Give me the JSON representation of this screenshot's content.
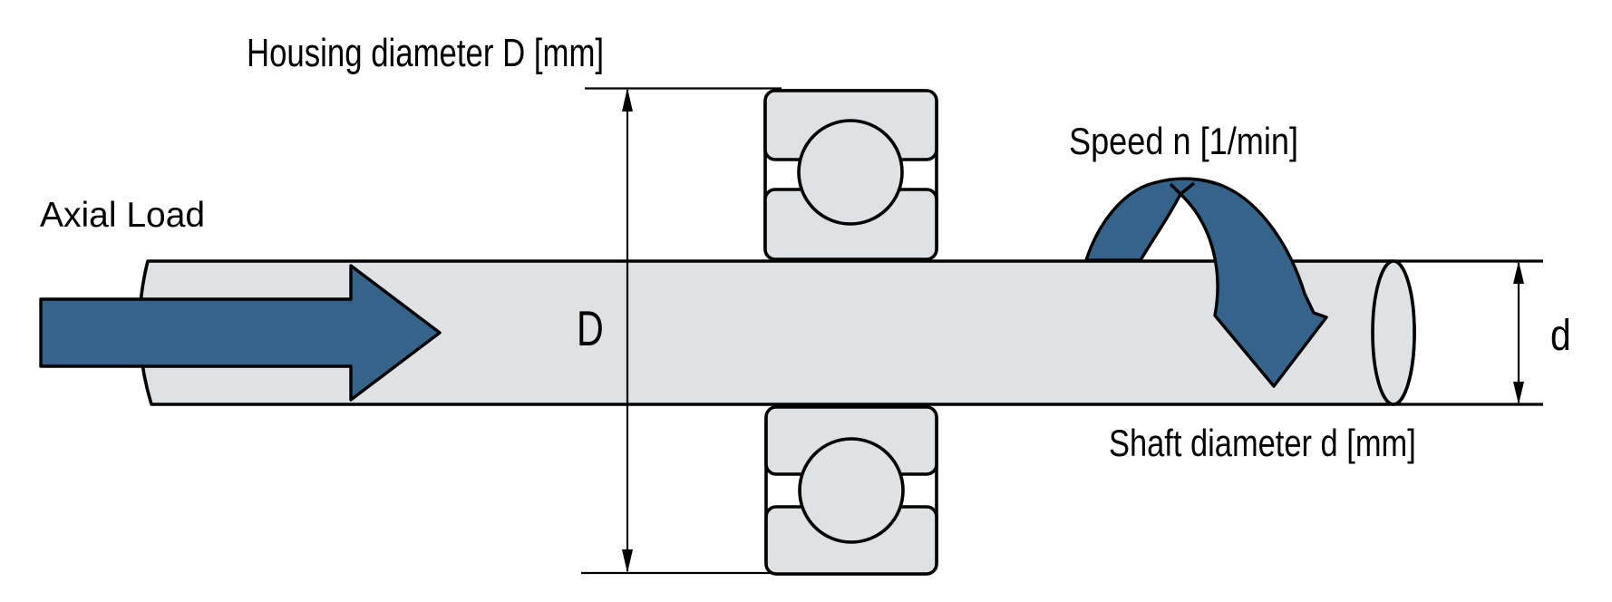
{
  "labels": {
    "axial_load": "Axial Load",
    "housing_diameter": "Housing diameter D [mm]",
    "speed": "Speed n [1/min]",
    "shaft_diameter": "Shaft diameter d [mm]",
    "housing_symbol": "D",
    "shaft_symbol": "d"
  },
  "colors": {
    "arrow_blue": "#35638A",
    "component_gray": "#DFE2E4",
    "outline_black": "#000000",
    "background": "#FFFFFF"
  },
  "icons": {
    "axial_load_arrow": "thick-right-arrow",
    "rotation_arrow": "curved-rotation-ribbon-arrow",
    "housing_dimension_arrow": "vertical-double-headed-arrow",
    "shaft_dimension_arrow": "vertical-double-headed-arrow"
  }
}
